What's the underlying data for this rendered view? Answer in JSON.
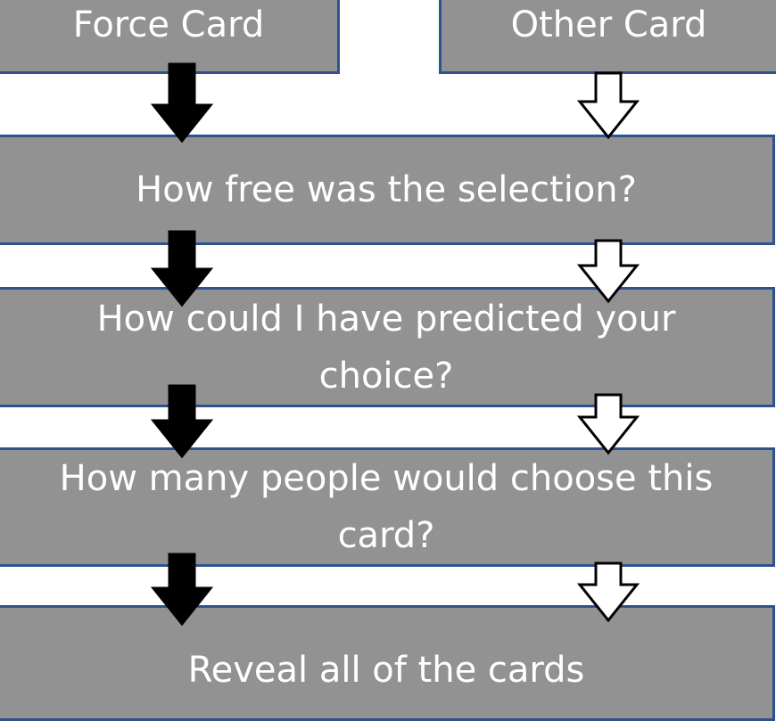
{
  "diagram": {
    "top_left": "Force Card",
    "top_right": "Other Card",
    "steps": [
      "How free was the selection?",
      "How could I have predicted your choice?",
      "How many people would choose this card?",
      "Reveal all of the cards"
    ]
  },
  "colors": {
    "box_fill": "#929292",
    "box_border": "#2f528f",
    "force_arrow": "#000000",
    "other_arrow": "#ffffff"
  }
}
